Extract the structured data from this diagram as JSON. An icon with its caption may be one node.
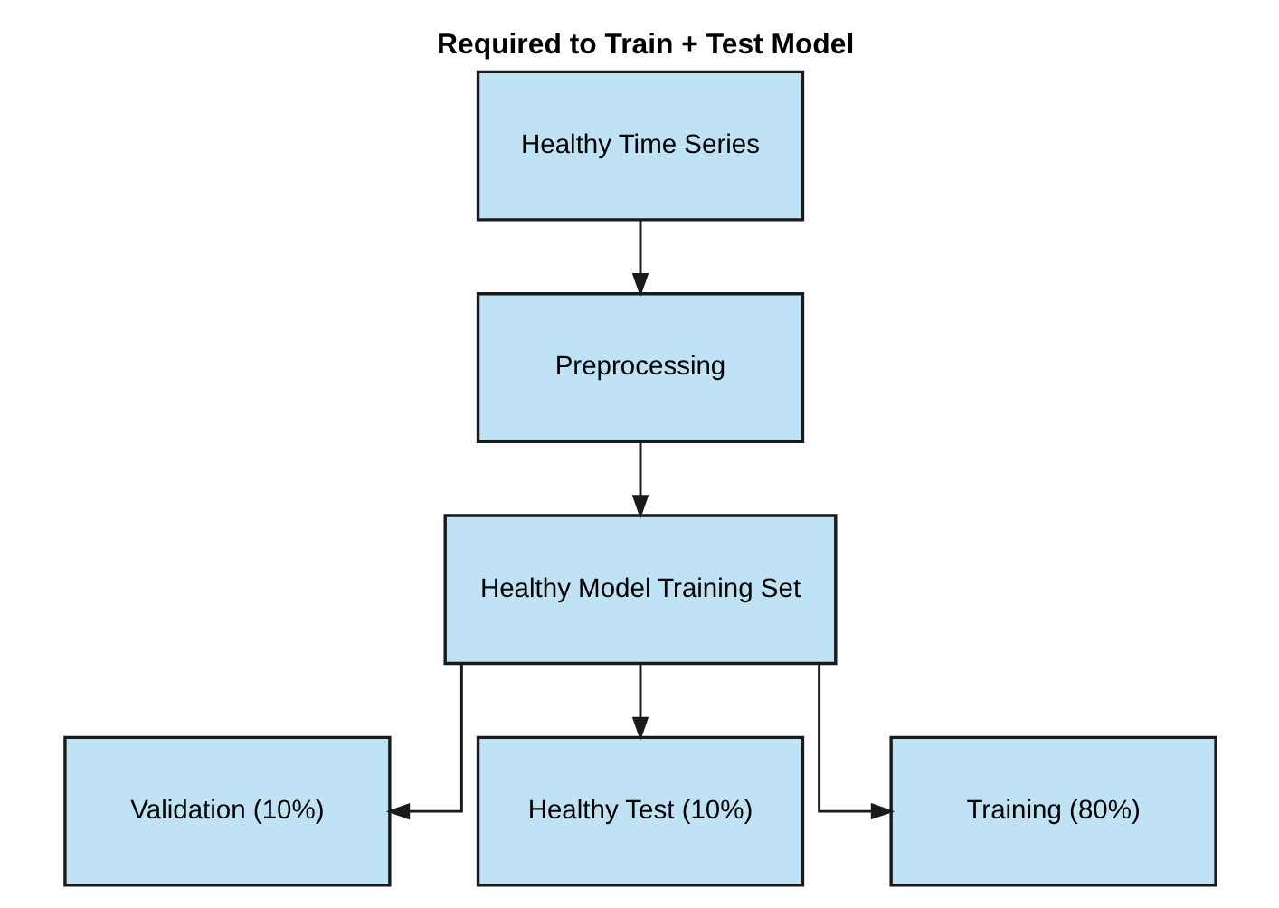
{
  "diagram": {
    "title": "Required to Train + Test Model",
    "nodes": [
      {
        "text": [
          "Healthy Time Series"
        ]
      },
      {
        "text": [
          "Preprocessing"
        ]
      },
      {
        "text": [
          "Healthy Model Training Set"
        ]
      },
      {
        "text": [
          "Validation (10%)"
        ]
      },
      {
        "text": [
          "Healthy Test (10%)"
        ]
      },
      {
        "text": [
          "Training (80%)"
        ]
      }
    ],
    "edges": [
      {
        "from": 0,
        "to": 1,
        "arrow": "to"
      },
      {
        "from": 1,
        "to": 2,
        "arrow": "to"
      },
      {
        "from": 2,
        "to": 3,
        "arrow": "to"
      },
      {
        "from": 2,
        "to": 4,
        "arrow": "to"
      },
      {
        "from": 2,
        "to": 5,
        "arrow": "to"
      }
    ]
  }
}
